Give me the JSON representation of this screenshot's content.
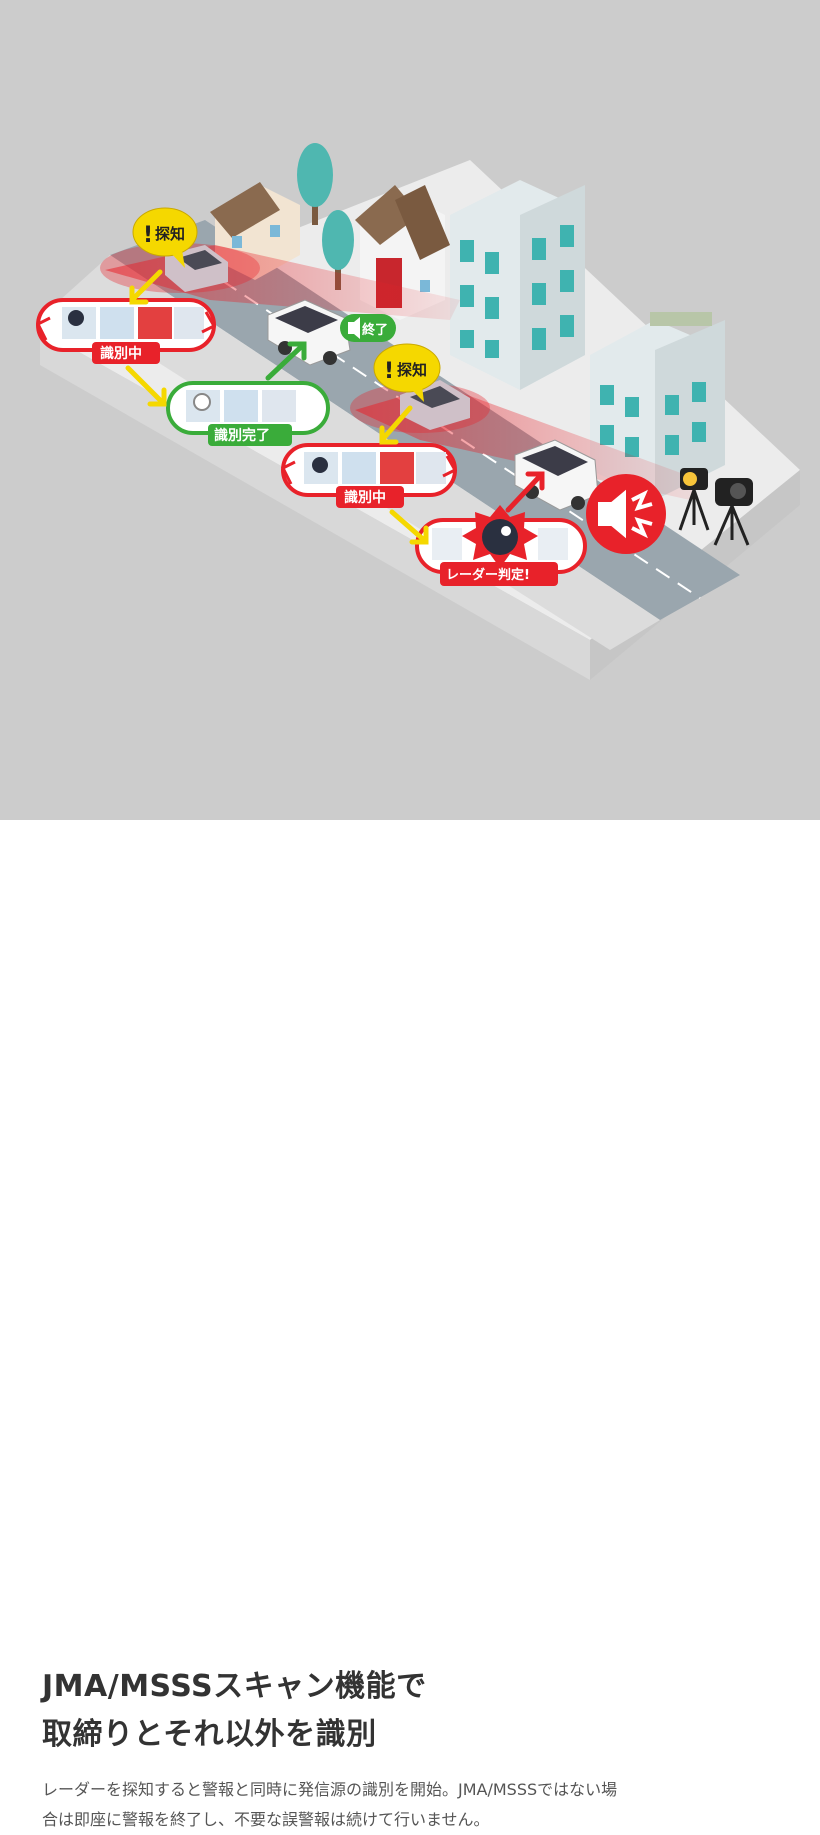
{
  "illustration": {
    "bubble_detect": "探知",
    "bubble_end": "終了",
    "label_identifying": "識別中",
    "label_identified": "識別完了",
    "label_radar_judge": "レーダー判定!",
    "colors": {
      "background": "#cccccc",
      "accent_red": "#e8222a",
      "accent_green": "#3aac3a",
      "accent_yellow": "#f5d800",
      "building_teal": "#3fb3b0"
    }
  },
  "caption": {
    "title_line1": "JMA/MSSSスキャン機能で",
    "title_line2": "取締りとそれ以外を識別",
    "description_line1": "レーダーを探知すると警報と同時に発信源の識別を開始。JMA/MSSSではない場",
    "description_line2": "合は即座に警報を終了し、不要な誤警報は続けて行いません。"
  }
}
